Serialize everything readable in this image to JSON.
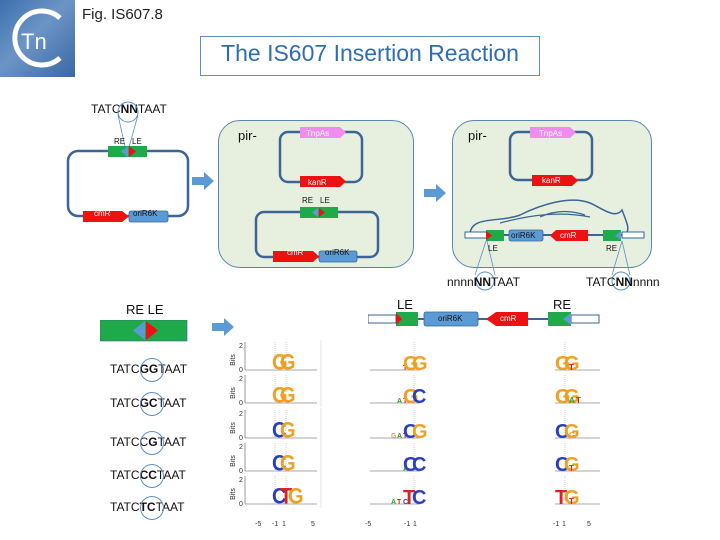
{
  "header": {
    "fig_label": "Fig. IS607.8",
    "logo_text": "Tn",
    "title": "The IS607 Insertion Reaction"
  },
  "colors": {
    "accent_blue": "#2e6db4",
    "backbone": "#3a6596",
    "green_end": "#1faa4a",
    "red_gene": "#ee1111",
    "blue_ori": "#5b9bd5",
    "pink_tnpa": "#f08cf0",
    "cell_fill": "#e7f0df"
  },
  "panel1": {
    "top_sequence": {
      "prefix": "TATC",
      "core": "NN",
      "suffix": "TAAT"
    },
    "ends": [
      "RE",
      "LE"
    ],
    "genes": {
      "resistance": "cmR",
      "origin": "oriR6K"
    }
  },
  "panel2": {
    "cell_label": "pir-",
    "plasmid_a": {
      "genes": [
        "TnpAs",
        "kanR"
      ]
    },
    "plasmid_b": {
      "ends": [
        "RE",
        "LE"
      ],
      "genes": [
        "cmR",
        "oriR6K"
      ]
    }
  },
  "panel3": {
    "cell_label": "pir-",
    "plasmid_a": {
      "genes": [
        "TnpAs",
        "kanR"
      ]
    },
    "chromosome": {
      "ends": [
        "LE",
        "RE"
      ],
      "genes": [
        "oriR6K",
        "cmR"
      ]
    },
    "left_junction": {
      "prefix": "nnnn",
      "core": "NN",
      "suffix": "TAAT"
    },
    "right_junction": {
      "prefix": "TATC",
      "core": "NN",
      "suffix": "nnnn"
    }
  },
  "bottom": {
    "re_le_label": "RE LE",
    "insertion_map": {
      "left_end": "LE",
      "right_end": "RE",
      "genes": [
        "oriR6K",
        "cmR"
      ]
    },
    "sequences": [
      {
        "prefix": "TATC",
        "core": "GG",
        "suffix": "TAAT"
      },
      {
        "prefix": "TATC",
        "core": "GC",
        "suffix": "TAAT"
      },
      {
        "prefix": "TATCC",
        "core": "G",
        "suffix": "TAAT"
      },
      {
        "prefix": "TATC",
        "core": "CC",
        "suffix": "TAAT"
      },
      {
        "prefix": "TATC",
        "core": "TC",
        "suffix": "TAAT"
      }
    ],
    "logo_axis": {
      "ylabel": "Bits",
      "ymax": "2",
      "ymin": "0",
      "xticks_full": [
        "-5",
        "-1",
        "1",
        "5"
      ],
      "xticks_left": [
        "-5",
        "-1",
        "1"
      ],
      "xticks_right": [
        "-1",
        "1",
        "5"
      ]
    },
    "logos": [
      {
        "center": [
          "G",
          "G"
        ],
        "left": [
          "T",
          "G",
          "G"
        ],
        "right": [
          "G",
          "G",
          "T"
        ]
      },
      {
        "center": [
          "G",
          "G"
        ],
        "left": [
          "A",
          "T",
          "G",
          "C"
        ],
        "right": [
          "G",
          "G",
          "A",
          "T"
        ]
      },
      {
        "center": [
          "C",
          "G"
        ],
        "left": [
          "G",
          "A",
          "T",
          "C",
          "G"
        ],
        "right": [
          "C",
          "G",
          "G"
        ]
      },
      {
        "center": [
          "C",
          "G"
        ],
        "left": [
          "A",
          "C",
          "C"
        ],
        "right": [
          "C",
          "G",
          "T"
        ]
      },
      {
        "center": [
          "C",
          "T",
          "G"
        ],
        "left": [
          "A",
          "T",
          "C",
          "T",
          "C"
        ],
        "right": [
          "T",
          "G",
          "T"
        ]
      }
    ]
  }
}
